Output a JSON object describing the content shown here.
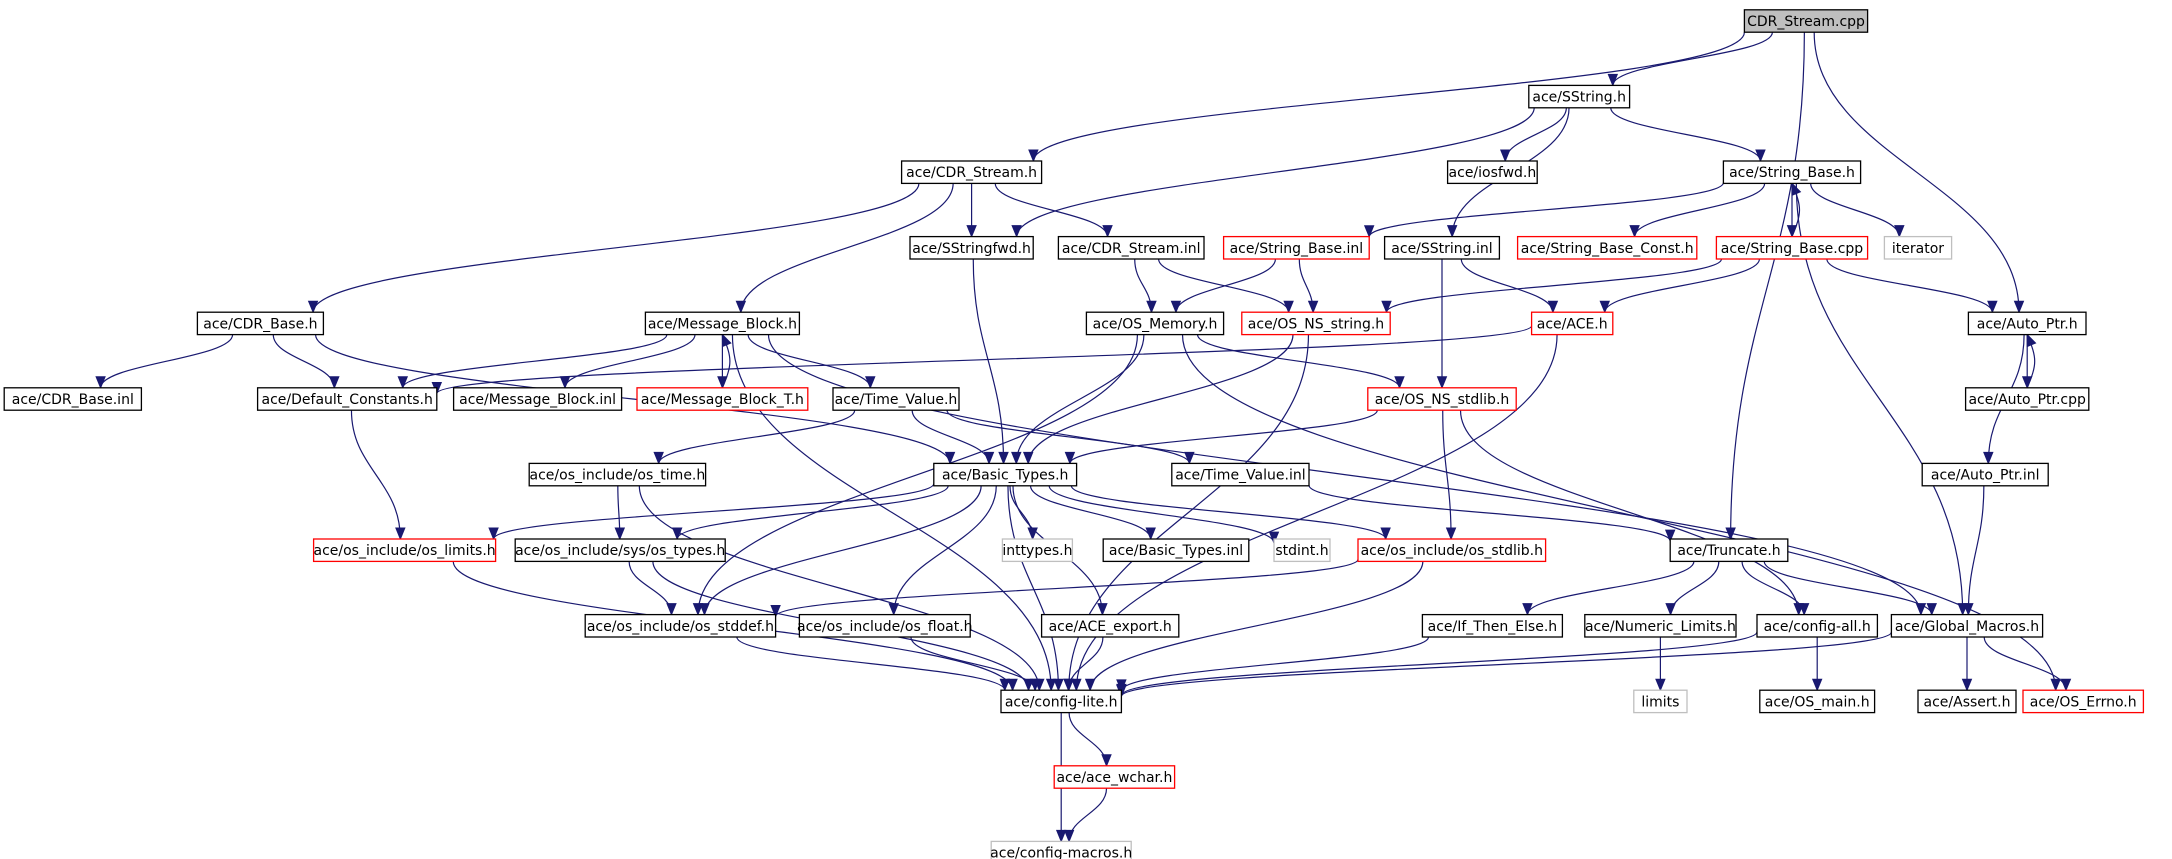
{
  "diagram": {
    "colors": {
      "edge": "#191970",
      "border_normal": "#000000",
      "border_truncated": "#ff0000",
      "border_external": "#bfbfbf",
      "fill_root": "#bfbfbf",
      "fill_node": "#ffffff"
    },
    "nodes": [
      {
        "id": "cdr_stream_cpp",
        "label": "CDR_Stream.cpp",
        "kind": "root"
      },
      {
        "id": "sstring_h",
        "label": "ace/SString.h",
        "kind": "normal"
      },
      {
        "id": "cdr_stream_h",
        "label": "ace/CDR_Stream.h",
        "kind": "normal"
      },
      {
        "id": "iosfwd_h",
        "label": "ace/iosfwd.h",
        "kind": "normal"
      },
      {
        "id": "string_base_h",
        "label": "ace/String_Base.h",
        "kind": "normal"
      },
      {
        "id": "sstringfwd_h",
        "label": "ace/SStringfwd.h",
        "kind": "normal"
      },
      {
        "id": "cdr_stream_inl",
        "label": "ace/CDR_Stream.inl",
        "kind": "normal"
      },
      {
        "id": "string_base_inl",
        "label": "ace/String_Base.inl",
        "kind": "truncated"
      },
      {
        "id": "sstring_inl",
        "label": "ace/SString.inl",
        "kind": "normal"
      },
      {
        "id": "string_base_const_h",
        "label": "ace/String_Base_Const.h",
        "kind": "truncated"
      },
      {
        "id": "string_base_cpp",
        "label": "ace/String_Base.cpp",
        "kind": "truncated"
      },
      {
        "id": "iterator",
        "label": "iterator",
        "kind": "external"
      },
      {
        "id": "cdr_base_h",
        "label": "ace/CDR_Base.h",
        "kind": "normal"
      },
      {
        "id": "message_block_h",
        "label": "ace/Message_Block.h",
        "kind": "normal"
      },
      {
        "id": "os_memory_h",
        "label": "ace/OS_Memory.h",
        "kind": "normal"
      },
      {
        "id": "os_ns_string_h",
        "label": "ace/OS_NS_string.h",
        "kind": "truncated"
      },
      {
        "id": "ace_h",
        "label": "ace/ACE.h",
        "kind": "truncated"
      },
      {
        "id": "auto_ptr_h",
        "label": "ace/Auto_Ptr.h",
        "kind": "normal"
      },
      {
        "id": "cdr_base_inl",
        "label": "ace/CDR_Base.inl",
        "kind": "normal"
      },
      {
        "id": "default_constants_h",
        "label": "ace/Default_Constants.h",
        "kind": "normal"
      },
      {
        "id": "message_block_inl",
        "label": "ace/Message_Block.inl",
        "kind": "normal"
      },
      {
        "id": "message_block_t_h",
        "label": "ace/Message_Block_T.h",
        "kind": "truncated"
      },
      {
        "id": "time_value_h",
        "label": "ace/Time_Value.h",
        "kind": "normal"
      },
      {
        "id": "os_ns_stdlib_h",
        "label": "ace/OS_NS_stdlib.h",
        "kind": "truncated"
      },
      {
        "id": "auto_ptr_cpp",
        "label": "ace/Auto_Ptr.cpp",
        "kind": "normal"
      },
      {
        "id": "os_time_h",
        "label": "ace/os_include/os_time.h",
        "kind": "normal"
      },
      {
        "id": "basic_types_h",
        "label": "ace/Basic_Types.h",
        "kind": "normal"
      },
      {
        "id": "time_value_inl",
        "label": "ace/Time_Value.inl",
        "kind": "normal"
      },
      {
        "id": "auto_ptr_inl",
        "label": "ace/Auto_Ptr.inl",
        "kind": "normal"
      },
      {
        "id": "os_limits_h",
        "label": "ace/os_include/os_limits.h",
        "kind": "truncated"
      },
      {
        "id": "os_types_h",
        "label": "ace/os_include/sys/os_types.h",
        "kind": "normal"
      },
      {
        "id": "inttypes_h",
        "label": "inttypes.h",
        "kind": "external"
      },
      {
        "id": "basic_types_inl",
        "label": "ace/Basic_Types.inl",
        "kind": "normal"
      },
      {
        "id": "stdint_h",
        "label": "stdint.h",
        "kind": "external"
      },
      {
        "id": "os_stdlib_h",
        "label": "ace/os_include/os_stdlib.h",
        "kind": "truncated"
      },
      {
        "id": "truncate_h",
        "label": "ace/Truncate.h",
        "kind": "normal"
      },
      {
        "id": "os_stddef_h",
        "label": "ace/os_include/os_stddef.h",
        "kind": "normal"
      },
      {
        "id": "os_float_h",
        "label": "ace/os_include/os_float.h",
        "kind": "normal"
      },
      {
        "id": "ace_export_h",
        "label": "ace/ACE_export.h",
        "kind": "normal"
      },
      {
        "id": "if_then_else_h",
        "label": "ace/If_Then_Else.h",
        "kind": "normal"
      },
      {
        "id": "numeric_limits_h",
        "label": "ace/Numeric_Limits.h",
        "kind": "normal"
      },
      {
        "id": "config_all_h",
        "label": "ace/config-all.h",
        "kind": "normal"
      },
      {
        "id": "global_macros_h",
        "label": "ace/Global_Macros.h",
        "kind": "normal"
      },
      {
        "id": "config_lite_h",
        "label": "ace/config-lite.h",
        "kind": "normal"
      },
      {
        "id": "limits",
        "label": "limits",
        "kind": "external"
      },
      {
        "id": "os_main_h",
        "label": "ace/OS_main.h",
        "kind": "normal"
      },
      {
        "id": "assert_h",
        "label": "ace/Assert.h",
        "kind": "normal"
      },
      {
        "id": "os_errno_h",
        "label": "ace/OS_Errno.h",
        "kind": "truncated"
      },
      {
        "id": "ace_wchar_h",
        "label": "ace/ace_wchar.h",
        "kind": "truncated"
      },
      {
        "id": "config_macros_h",
        "label": "ace/config-macros.h",
        "kind": "external"
      }
    ],
    "edges": [
      [
        "cdr_stream_cpp",
        "sstring_h"
      ],
      [
        "cdr_stream_cpp",
        "cdr_stream_h"
      ],
      [
        "cdr_stream_cpp",
        "auto_ptr_h"
      ],
      [
        "cdr_stream_cpp",
        "truncate_h"
      ],
      [
        "sstring_h",
        "iosfwd_h"
      ],
      [
        "sstring_h",
        "string_base_h"
      ],
      [
        "sstring_h",
        "sstringfwd_h"
      ],
      [
        "sstring_h",
        "sstring_inl"
      ],
      [
        "cdr_stream_h",
        "sstringfwd_h"
      ],
      [
        "cdr_stream_h",
        "cdr_stream_inl"
      ],
      [
        "cdr_stream_h",
        "cdr_base_h"
      ],
      [
        "cdr_stream_h",
        "message_block_h"
      ],
      [
        "string_base_h",
        "string_base_inl"
      ],
      [
        "string_base_h",
        "string_base_const_h"
      ],
      [
        "string_base_h",
        "string_base_cpp"
      ],
      [
        "string_base_h",
        "iterator"
      ],
      [
        "string_base_h",
        "global_macros_h"
      ],
      [
        "string_base_cpp",
        "string_base_h"
      ],
      [
        "string_base_cpp",
        "os_ns_string_h"
      ],
      [
        "string_base_cpp",
        "ace_h"
      ],
      [
        "string_base_cpp",
        "auto_ptr_h"
      ],
      [
        "sstringfwd_h",
        "basic_types_h"
      ],
      [
        "cdr_stream_inl",
        "os_memory_h"
      ],
      [
        "cdr_stream_inl",
        "os_ns_string_h"
      ],
      [
        "string_base_inl",
        "os_memory_h"
      ],
      [
        "string_base_inl",
        "os_ns_string_h"
      ],
      [
        "sstring_inl",
        "ace_h"
      ],
      [
        "sstring_inl",
        "os_ns_stdlib_h"
      ],
      [
        "cdr_base_h",
        "cdr_base_inl"
      ],
      [
        "cdr_base_h",
        "default_constants_h"
      ],
      [
        "cdr_base_h",
        "basic_types_h"
      ],
      [
        "message_block_h",
        "default_constants_h"
      ],
      [
        "message_block_h",
        "message_block_inl"
      ],
      [
        "message_block_h",
        "message_block_t_h"
      ],
      [
        "message_block_h",
        "time_value_h"
      ],
      [
        "message_block_h",
        "config_lite_h"
      ],
      [
        "message_block_h",
        "global_macros_h"
      ],
      [
        "message_block_t_h",
        "message_block_h"
      ],
      [
        "os_memory_h",
        "basic_types_h"
      ],
      [
        "os_memory_h",
        "os_ns_stdlib_h"
      ],
      [
        "os_memory_h",
        "os_stddef_h"
      ],
      [
        "os_memory_h",
        "os_errno_h"
      ],
      [
        "os_ns_string_h",
        "basic_types_h"
      ],
      [
        "os_ns_string_h",
        "config_lite_h"
      ],
      [
        "ace_h",
        "default_constants_h"
      ],
      [
        "ace_h",
        "config_lite_h"
      ],
      [
        "auto_ptr_h",
        "auto_ptr_cpp"
      ],
      [
        "auto_ptr_h",
        "auto_ptr_inl"
      ],
      [
        "auto_ptr_cpp",
        "auto_ptr_h"
      ],
      [
        "default_constants_h",
        "os_limits_h"
      ],
      [
        "time_value_h",
        "basic_types_h"
      ],
      [
        "time_value_h",
        "os_time_h"
      ],
      [
        "time_value_h",
        "time_value_inl"
      ],
      [
        "os_ns_stdlib_h",
        "basic_types_h"
      ],
      [
        "os_ns_stdlib_h",
        "os_stdlib_h"
      ],
      [
        "os_ns_stdlib_h",
        "config_all_h"
      ],
      [
        "os_time_h",
        "os_types_h"
      ],
      [
        "os_time_h",
        "config_lite_h"
      ],
      [
        "basic_types_h",
        "os_limits_h"
      ],
      [
        "basic_types_h",
        "os_types_h"
      ],
      [
        "basic_types_h",
        "inttypes_h"
      ],
      [
        "basic_types_h",
        "basic_types_inl"
      ],
      [
        "basic_types_h",
        "stdint_h"
      ],
      [
        "basic_types_h",
        "os_stdlib_h"
      ],
      [
        "basic_types_h",
        "os_stddef_h"
      ],
      [
        "basic_types_h",
        "os_float_h"
      ],
      [
        "basic_types_h",
        "ace_export_h"
      ],
      [
        "basic_types_h",
        "config_lite_h"
      ],
      [
        "time_value_inl",
        "truncate_h"
      ],
      [
        "auto_ptr_inl",
        "global_macros_h"
      ],
      [
        "os_limits_h",
        "config_lite_h"
      ],
      [
        "os_types_h",
        "os_stddef_h"
      ],
      [
        "os_types_h",
        "config_lite_h"
      ],
      [
        "os_stdlib_h",
        "os_stddef_h"
      ],
      [
        "os_stdlib_h",
        "config_lite_h"
      ],
      [
        "truncate_h",
        "if_then_else_h"
      ],
      [
        "truncate_h",
        "numeric_limits_h"
      ],
      [
        "truncate_h",
        "config_all_h"
      ],
      [
        "truncate_h",
        "global_macros_h"
      ],
      [
        "os_stddef_h",
        "config_lite_h"
      ],
      [
        "os_float_h",
        "config_lite_h"
      ],
      [
        "ace_export_h",
        "config_lite_h"
      ],
      [
        "if_then_else_h",
        "config_lite_h"
      ],
      [
        "numeric_limits_h",
        "limits"
      ],
      [
        "config_all_h",
        "config_lite_h"
      ],
      [
        "config_all_h",
        "os_main_h"
      ],
      [
        "global_macros_h",
        "config_lite_h"
      ],
      [
        "global_macros_h",
        "assert_h"
      ],
      [
        "global_macros_h",
        "os_errno_h"
      ],
      [
        "config_lite_h",
        "ace_wchar_h"
      ],
      [
        "config_lite_h",
        "config_macros_h"
      ],
      [
        "ace_wchar_h",
        "config_macros_h"
      ]
    ]
  }
}
